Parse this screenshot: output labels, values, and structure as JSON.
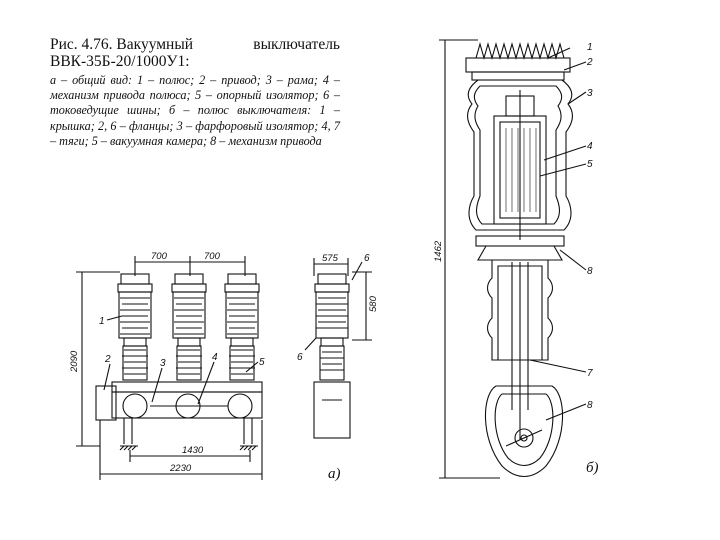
{
  "caption": {
    "fig_prefix": "Рис. 4.76. Вакуумный",
    "fig_word": "выключатель",
    "model": "ВВК-35Б-20/1000У1:",
    "body": "а – общий вид: 1 – полюс; 2 – привод; 3 – рама; 4 – механизм привода полюса; 5 – опорный изолятор; 6 – токоведущие шины; б – полюс выключателя: 1 – крышка; 2, 6 – фланцы; 3 – фарфоровый изолятор; 4, 7 – тяги; 5 – вакуумная камера; 8 – механизм привода"
  },
  "view_a": {
    "tag": "а)",
    "dims": {
      "pitch1": "700",
      "pitch2": "700",
      "height": "2090",
      "bottom_inner": "1430",
      "bottom_outer": "2230"
    },
    "labels": {
      "pole": "1",
      "drive": "2",
      "frame": "3",
      "mechanism": "4",
      "insulator": "5"
    }
  },
  "side_view": {
    "dims": {
      "width": "575",
      "height": "580"
    },
    "labels": {
      "top": "6",
      "left": "6"
    }
  },
  "view_b": {
    "tag": "б)",
    "dims": {
      "height": "1462"
    },
    "labels": [
      "1",
      "2",
      "3",
      "4",
      "5",
      "8",
      "7",
      "8"
    ]
  }
}
